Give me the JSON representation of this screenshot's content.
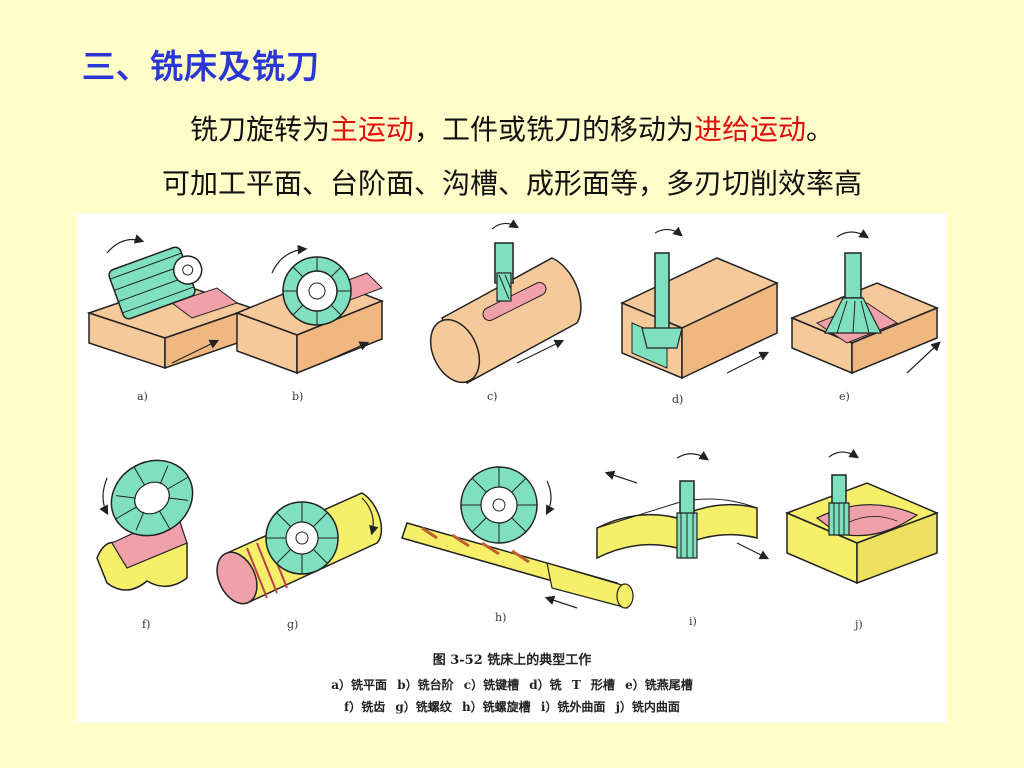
{
  "slide": {
    "title": "三、铣床及铣刀",
    "line1": {
      "part1": "铣刀旋转为",
      "highlight1": "主运动",
      "part2": "，工件或铣刀的移动为",
      "highlight2": "进给运动",
      "part3": "。"
    },
    "line2": "可加工平面、台阶面、沟槽、成形面等，多刃切削效率高"
  },
  "figure": {
    "labels": [
      "a)",
      "b)",
      "c)",
      "d)",
      "e)",
      "f)",
      "g)",
      "h)",
      "i)",
      "j)"
    ],
    "caption_title": "图 3-52  铣床上的典型工作",
    "caption_line1": "a）铣平面  b）铣台阶  c）铣键槽  d）铣 T 形槽  e）铣燕尾槽",
    "caption_line2": "f）铣齿  g）铣螺纹  h）铣螺旋槽  i）铣外曲面  j）铣内曲面"
  },
  "colors": {
    "background": "#fffdc8",
    "title": "#2b36d6",
    "highlight": "#e01010",
    "cutter": "#7fe0c0",
    "workpiece": "#f5c99a",
    "cut_surface": "#f0a0a8",
    "yellow_part": "#f5ef6a"
  }
}
